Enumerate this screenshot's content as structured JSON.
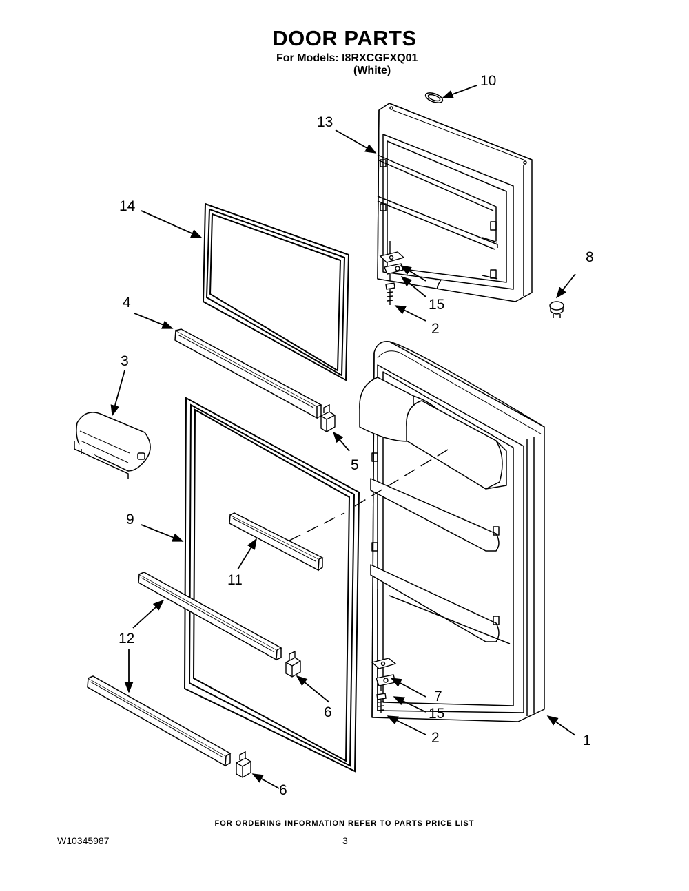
{
  "header": {
    "title": "DOOR PARTS",
    "models_line": "For Models: I8RXCGFXQ01",
    "color_line": "(White)"
  },
  "callouts": [
    {
      "id": "c1",
      "label": "1"
    },
    {
      "id": "c2a",
      "label": "2"
    },
    {
      "id": "c2b",
      "label": "2"
    },
    {
      "id": "c3",
      "label": "3"
    },
    {
      "id": "c4",
      "label": "4"
    },
    {
      "id": "c5",
      "label": "5"
    },
    {
      "id": "c6a",
      "label": "6"
    },
    {
      "id": "c6b",
      "label": "6"
    },
    {
      "id": "c7a",
      "label": "7"
    },
    {
      "id": "c7b",
      "label": "7"
    },
    {
      "id": "c8",
      "label": "8"
    },
    {
      "id": "c9",
      "label": "9"
    },
    {
      "id": "c10",
      "label": "10"
    },
    {
      "id": "c11",
      "label": "11"
    },
    {
      "id": "c12",
      "label": "12"
    },
    {
      "id": "c13",
      "label": "13"
    },
    {
      "id": "c14",
      "label": "14"
    },
    {
      "id": "c15a",
      "label": "15"
    },
    {
      "id": "c15b",
      "label": "15"
    }
  ],
  "footer": {
    "ordering_note": "FOR ORDERING INFORMATION REFER TO PARTS PRICE LIST",
    "doc_number": "W10345987",
    "page_number": "3"
  }
}
